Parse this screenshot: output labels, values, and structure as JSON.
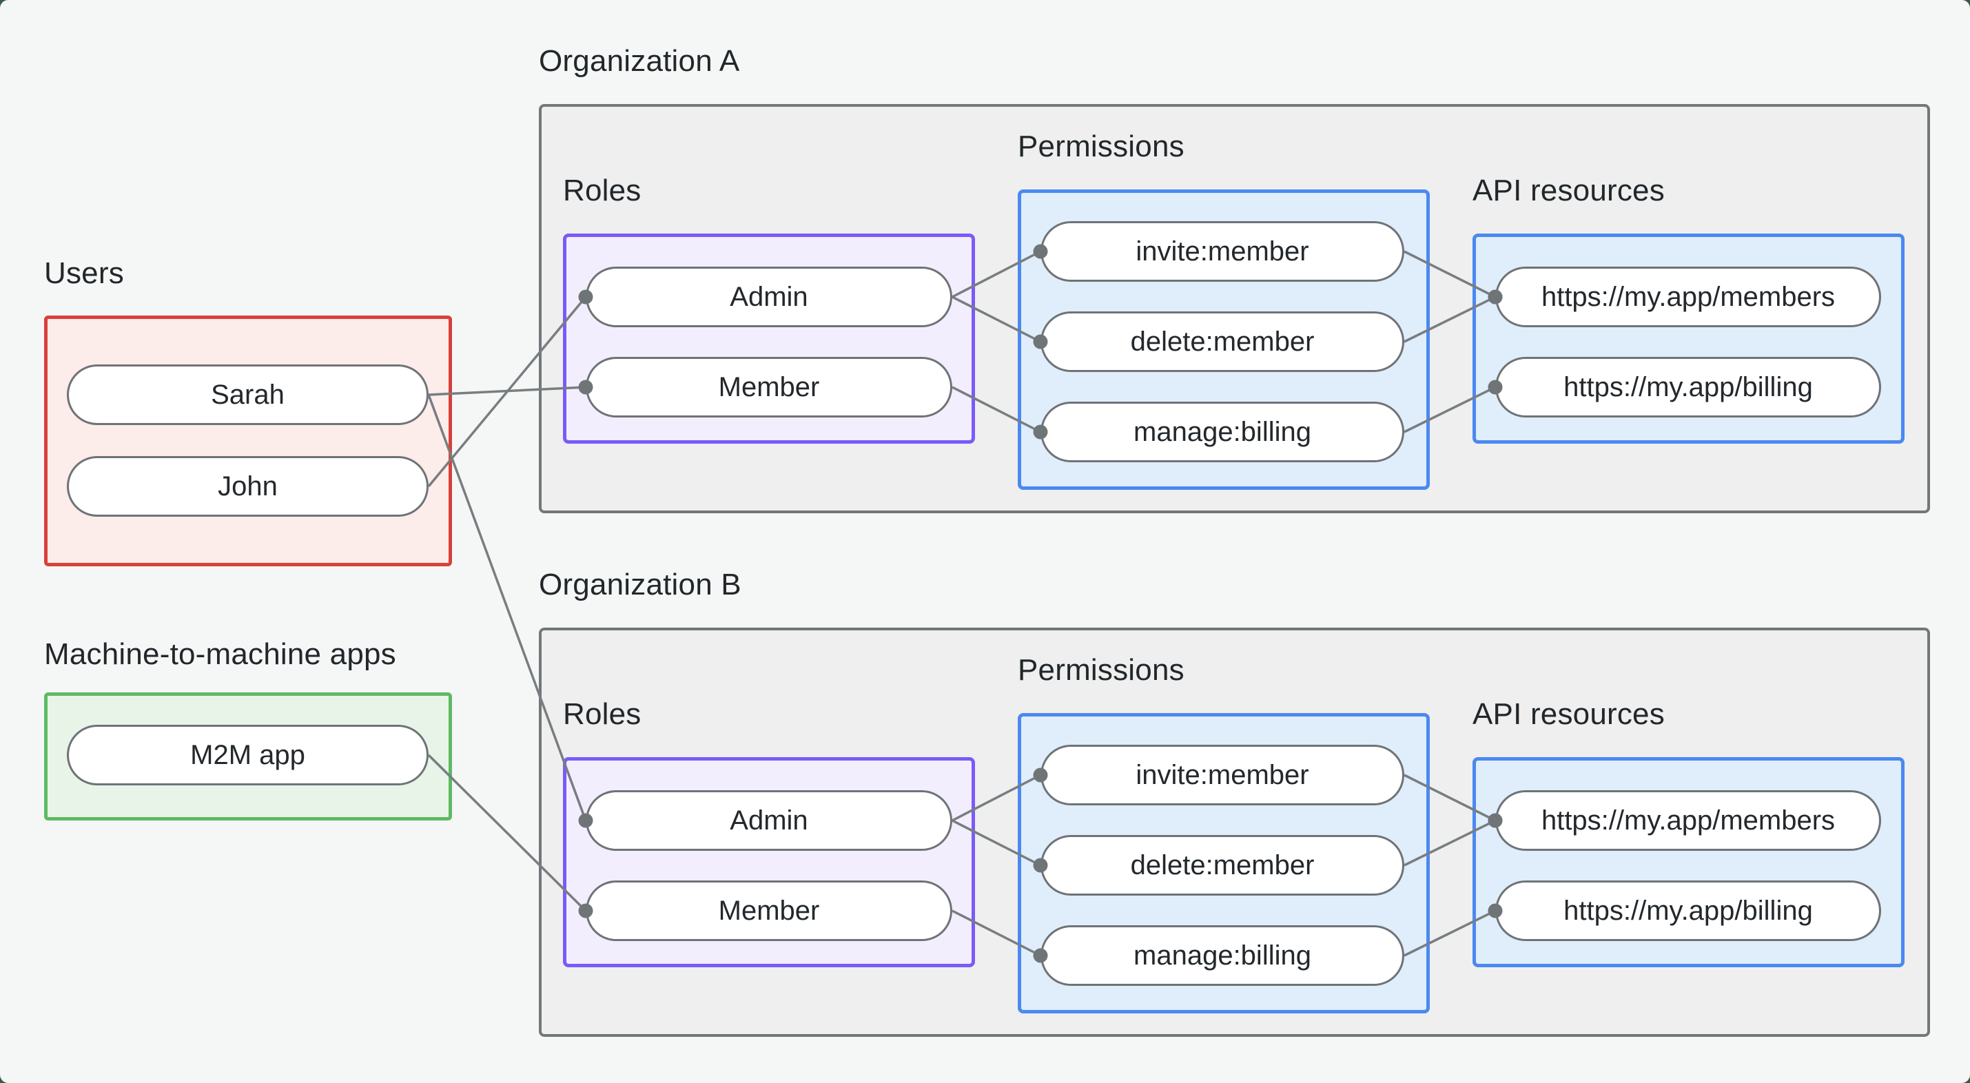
{
  "canvas": {
    "background": "#f5f7f6",
    "backdrop": "#3b5a47"
  },
  "styles": {
    "line_color": "#787d81",
    "dot_color": "#6f7477",
    "heading_color": "#22272b",
    "pill_border": "#6e7376",
    "pill_fill": "#ffffff",
    "users_border": "#d9403a",
    "users_fill": "#fcecea",
    "m2m_border": "#5eba62",
    "m2m_fill": "#e9f4e9",
    "org_border": "#72777a",
    "org_fill": "#eeefee",
    "roles_border": "#7a5af8",
    "roles_fill": "#f3eefe",
    "blue_border": "#4b89f1",
    "blue_fill": "#e0edfb"
  },
  "groups": {
    "users": {
      "label": "Users",
      "nodes": [
        {
          "id": "sarah",
          "label": "Sarah"
        },
        {
          "id": "john",
          "label": "John"
        }
      ]
    },
    "m2m": {
      "label": "Machine-to-machine apps",
      "nodes": [
        {
          "id": "m2m-app",
          "label": "M2M app"
        }
      ]
    },
    "orgA": {
      "label": "Organization A",
      "roles": {
        "label": "Roles",
        "nodes": [
          {
            "id": "a-admin",
            "label": "Admin"
          },
          {
            "id": "a-member",
            "label": "Member"
          }
        ]
      },
      "permissions": {
        "label": "Permissions",
        "nodes": [
          {
            "id": "a-invite",
            "label": "invite:member"
          },
          {
            "id": "a-delete",
            "label": "delete:member"
          },
          {
            "id": "a-manage",
            "label": "manage:billing"
          }
        ]
      },
      "api": {
        "label": "API resources",
        "nodes": [
          {
            "id": "a-members",
            "label": "https://my.app/members"
          },
          {
            "id": "a-billing",
            "label": "https://my.app/billing"
          }
        ]
      }
    },
    "orgB": {
      "label": "Organization B",
      "roles": {
        "label": "Roles",
        "nodes": [
          {
            "id": "b-admin",
            "label": "Admin"
          },
          {
            "id": "b-member",
            "label": "Member"
          }
        ]
      },
      "permissions": {
        "label": "Permissions",
        "nodes": [
          {
            "id": "b-invite",
            "label": "invite:member"
          },
          {
            "id": "b-delete",
            "label": "delete:member"
          },
          {
            "id": "b-manage",
            "label": "manage:billing"
          }
        ]
      },
      "api": {
        "label": "API resources",
        "nodes": [
          {
            "id": "b-members",
            "label": "https://my.app/members"
          },
          {
            "id": "b-billing",
            "label": "https://my.app/billing"
          }
        ]
      }
    }
  },
  "connections": [
    {
      "from": "sarah",
      "to": "a-member"
    },
    {
      "from": "john",
      "to": "a-admin"
    },
    {
      "from": "sarah",
      "to": "b-admin"
    },
    {
      "from": "m2m-app",
      "to": "b-member"
    },
    {
      "from": "a-admin",
      "to": "a-invite"
    },
    {
      "from": "a-admin",
      "to": "a-delete"
    },
    {
      "from": "a-member",
      "to": "a-manage"
    },
    {
      "from": "a-invite",
      "to": "a-members"
    },
    {
      "from": "a-delete",
      "to": "a-members"
    },
    {
      "from": "a-manage",
      "to": "a-billing"
    },
    {
      "from": "b-admin",
      "to": "b-invite"
    },
    {
      "from": "b-admin",
      "to": "b-delete"
    },
    {
      "from": "b-member",
      "to": "b-manage"
    },
    {
      "from": "b-invite",
      "to": "b-members"
    },
    {
      "from": "b-delete",
      "to": "b-members"
    },
    {
      "from": "b-manage",
      "to": "b-billing"
    }
  ]
}
